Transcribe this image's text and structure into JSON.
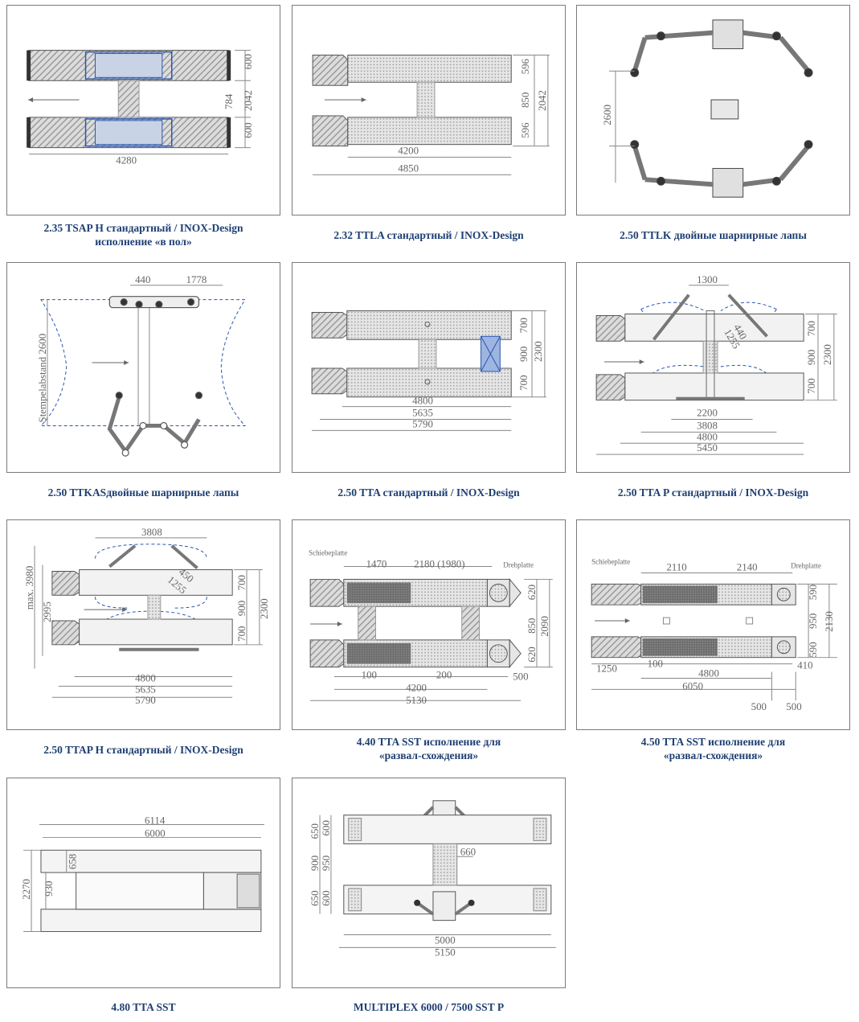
{
  "palette": {
    "caption": "#1e3f73",
    "line": "#555555",
    "dim": "#777777",
    "accent": "#2a56b0",
    "fill": "#d9d9d9"
  },
  "panels": [
    {
      "caption": [
        "2.35  TSAP H стандартный / INOX-Design",
        "исполнение «в пол»"
      ],
      "dims": {
        "d600a": "600",
        "d784": "784",
        "d2042": "2042",
        "d600b": "600",
        "d4280": "4280"
      }
    },
    {
      "caption": [
        "2.32  TTLA стандартный / INOX-Design"
      ],
      "dims": {
        "d596a": "596",
        "d850": "850",
        "d2042": "2042",
        "d596b": "596",
        "d4200": "4200",
        "d4850": "4850"
      }
    },
    {
      "caption": [
        "2.50  TTLK двойные шарнирные лапы"
      ],
      "dims": {
        "d2600": "2600"
      }
    },
    {
      "caption": [
        "2.50  TTKASдвойные шарнирные лапы"
      ],
      "dims": {
        "d440": "440",
        "d1778": "1778",
        "stempel": "Stempelabstand 2600"
      }
    },
    {
      "caption": [
        "2.50  TTA стандартный / INOX-Design"
      ],
      "dims": {
        "d700a": "700",
        "d900": "900",
        "d2300": "2300",
        "d700b": "700",
        "d4800": "4800",
        "d5635": "5635",
        "d5790": "5790"
      }
    },
    {
      "caption": [
        "2.50  TTA P стандартный / INOX-Design"
      ],
      "dims": {
        "d1300": "1300",
        "d440": "440",
        "d1255": "1255",
        "d700a": "700",
        "d900": "900",
        "d2300": "2300",
        "d700b": "700",
        "d2200": "2200",
        "d3808": "3808",
        "d4800": "4800",
        "d5450": "5450"
      }
    },
    {
      "caption": [
        "2.50  TTAP H стандартный / INOX-Design"
      ],
      "dims": {
        "d3808": "3808",
        "d450": "450",
        "d1255": "1255",
        "max3980": "max. 3980",
        "d2995": "2995",
        "d700a": "700",
        "d900": "900",
        "d700b": "700",
        "d2300": "2300",
        "d4800": "4800",
        "d5635": "5635",
        "d5790": "5790"
      }
    },
    {
      "caption": [
        "4.40  TTA SST исполнение для",
        "«развал-схождения»"
      ],
      "dims": {
        "schiebe": "Schiebeplatte",
        "d1470": "1470",
        "d2180": "2180  (1980)",
        "dreh": "Drehplatte",
        "d620a": "620",
        "d850": "850",
        "d2090": "2090",
        "d620b": "620",
        "d100": "100",
        "d200": "200",
        "d500": "500",
        "d4200": "4200",
        "d5130": "5130"
      }
    },
    {
      "caption": [
        "4.50  TTA SST исполнение для",
        "«развал-схождения»"
      ],
      "dims": {
        "schiebe": "Schiebeplatte",
        "d2110": "2110",
        "d2140": "2140",
        "dreh": "Drehplatte",
        "d590a": "590",
        "d950": "950",
        "d2130": "2130",
        "d590b": "590",
        "d410": "410",
        "d1250": "1250",
        "d100": "100",
        "d4800": "4800",
        "d6050": "6050",
        "d500a": "500",
        "d500b": "500"
      }
    },
    {
      "caption": [
        "4.80  TTA SST"
      ],
      "dims": {
        "d6114": "6114",
        "d6000": "6000",
        "d658": "658",
        "d2270": "2270",
        "d930": "930"
      }
    },
    {
      "caption": [
        "MULTIPLEX 6000  / 7500  SST P"
      ],
      "dims": {
        "d650a": "650",
        "d600a": "600",
        "d660": "660",
        "d900": "900",
        "d950": "950",
        "d650b": "650",
        "d600b": "600",
        "d5000": "5000",
        "d5150": "5150"
      }
    }
  ]
}
